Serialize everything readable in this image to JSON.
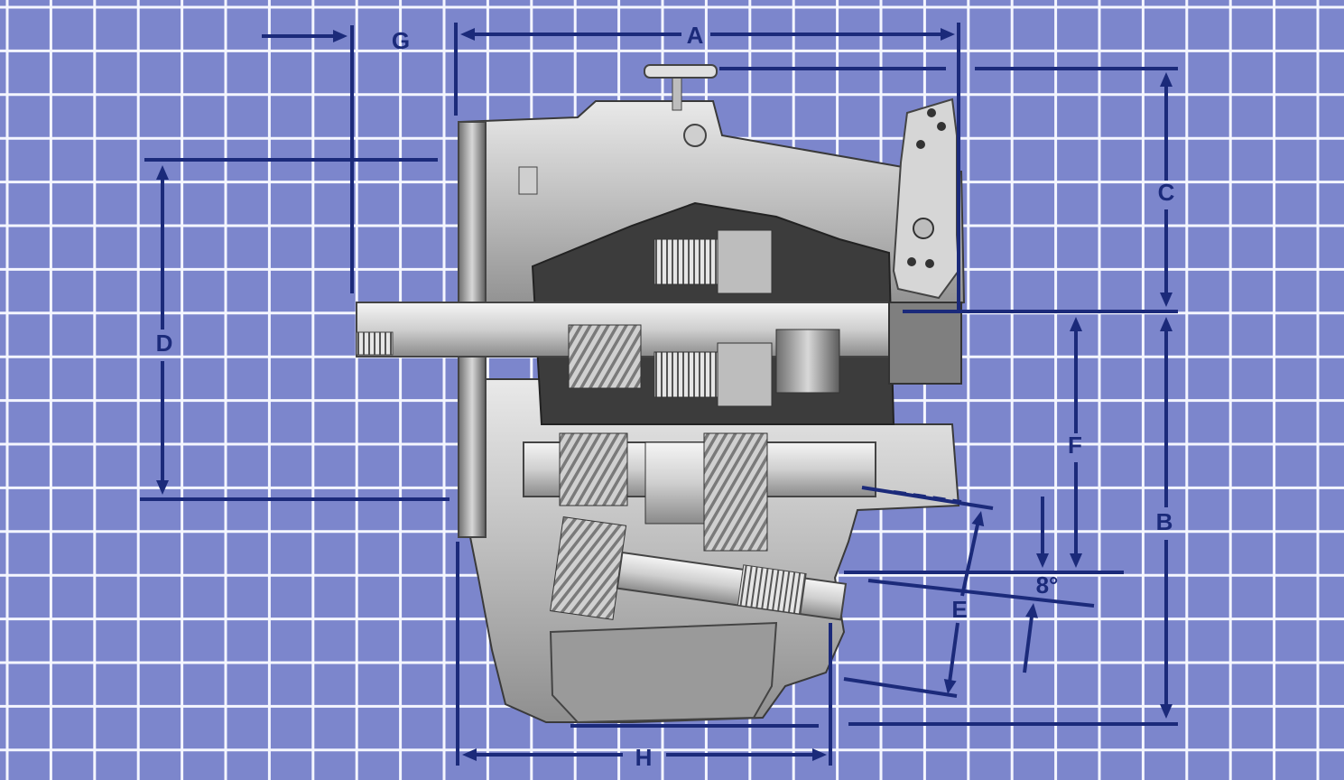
{
  "figure": {
    "background_color": "#7c86cc",
    "grid_color": "#f4f6ff",
    "dimension_color": "#1b2a7a",
    "housing_color": "#c9c9c9",
    "labels": {
      "a": "A",
      "b": "B",
      "c": "C",
      "d": "D",
      "e": "E",
      "f": "F",
      "g": "G",
      "h": "H",
      "angle": "8°"
    }
  }
}
